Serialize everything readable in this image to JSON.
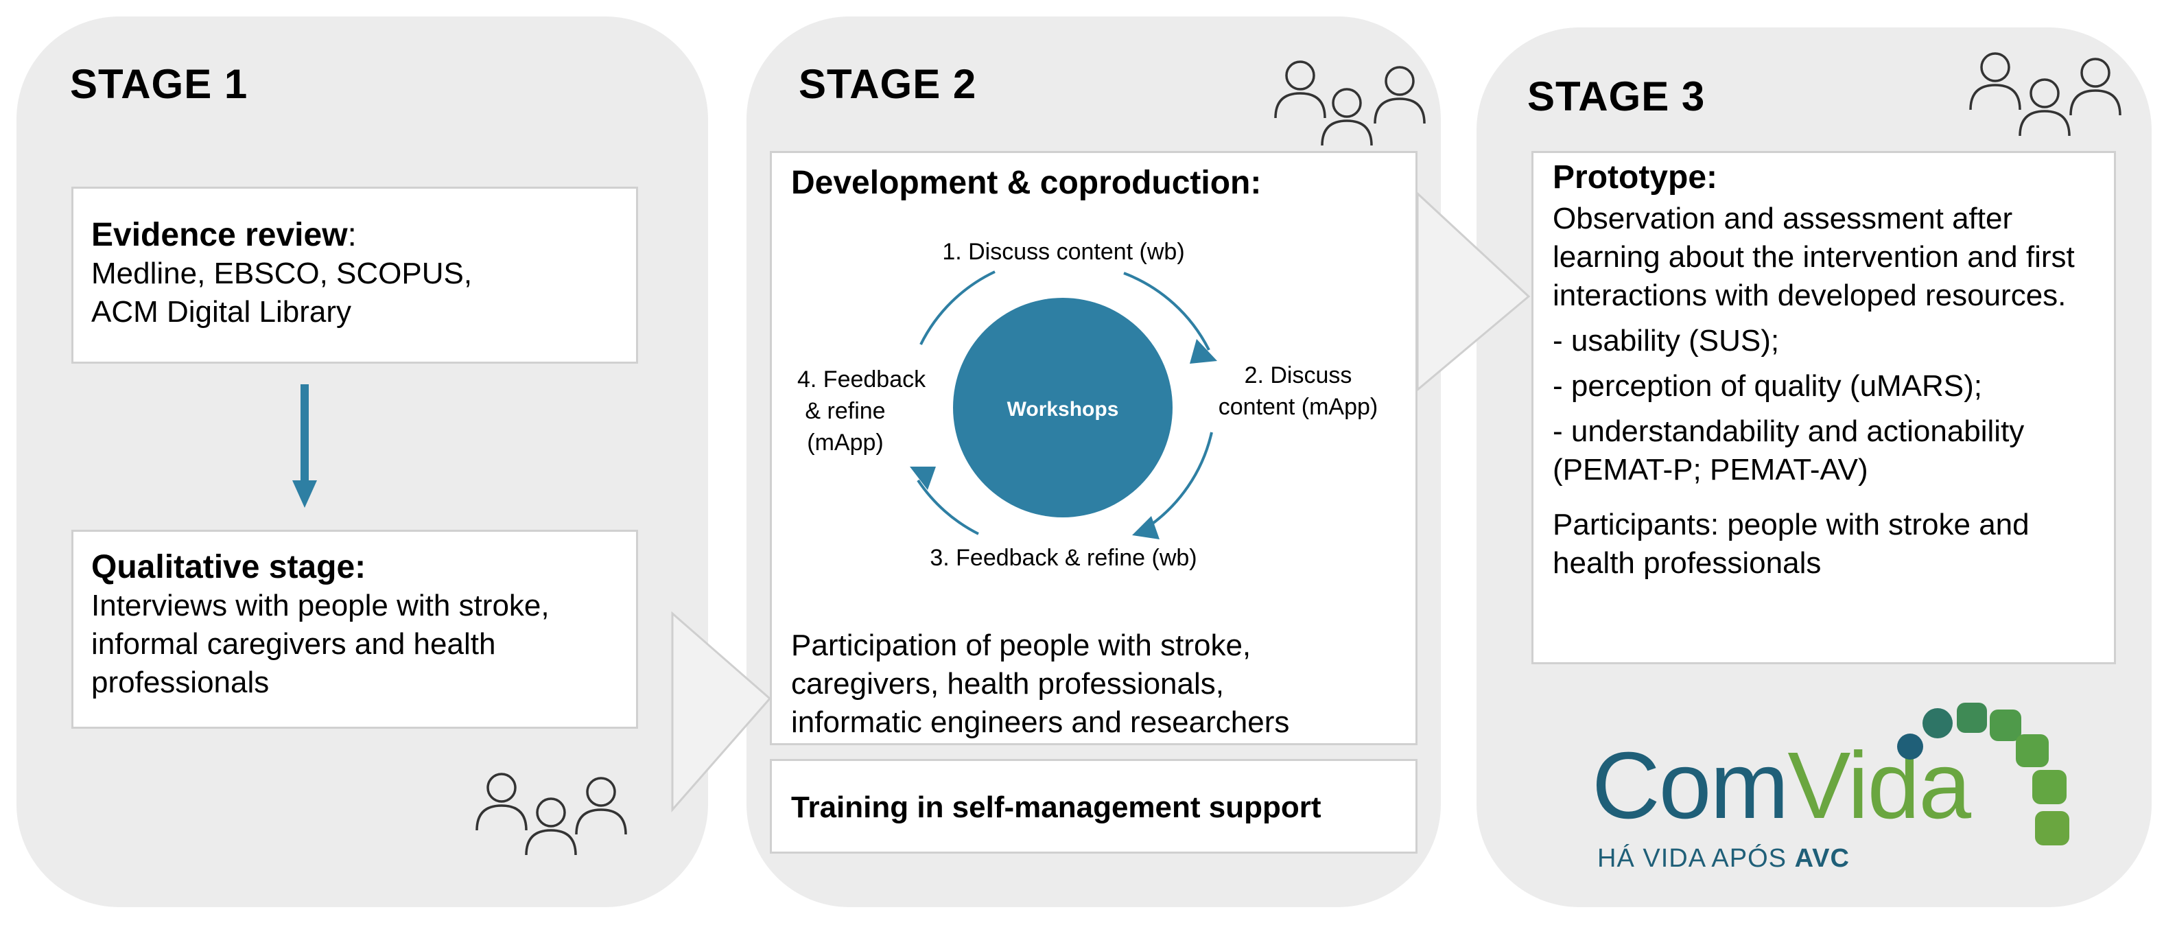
{
  "stage1": {
    "title": "STAGE 1",
    "evidence": {
      "title": "Evidence review",
      "colon": ":",
      "text": "Medline, EBSCO, SCOPUS, ACM Digital Library"
    },
    "qualitative": {
      "title": "Qualitative stage:",
      "text": "Interviews with people with stroke, informal caregivers and health professionals"
    }
  },
  "stage2": {
    "title": "STAGE 2",
    "development": {
      "title": "Development & coproduction:"
    },
    "cycle": {
      "center": "Workshops",
      "step1": "1. Discuss content (wb)",
      "step2a": "2. Discuss",
      "step2b": "content (mApp)",
      "step3": "3. Feedback & refine (wb)",
      "step4a": "4. Feedback",
      "step4b": "& refine",
      "step4c": "(mApp)"
    },
    "participation": "Participation of people with stroke, caregivers, health professionals, informatic engineers and researchers",
    "training": "Training in self-management support"
  },
  "stage3": {
    "title": "STAGE 3",
    "prototype": {
      "title": "Prototype:",
      "intro": "Observation and assessment after learning about the intervention and first interactions with developed resources.",
      "items": [
        "- usability (SUS);",
        "- perception of quality (uMARS);",
        "- understandability and actionability (PEMAT-P; PEMAT-AV)"
      ],
      "participants": "Participants: people with stroke and health professionals"
    },
    "logo": {
      "com": "Com",
      "vida": "Vida",
      "tagline_plain": "HÁ VIDA APÓS ",
      "tagline_bold": "AVC"
    }
  },
  "colors": {
    "stage_bg": "#ececec",
    "accent_blue": "#2e7fa3",
    "logo_blue": "#1f5f78",
    "logo_green": "#6aa640",
    "logo_dark_green": "#3f8a55"
  },
  "icons": [
    "people-group-icon",
    "down-arrow-icon",
    "chevron-arrow-icon",
    "cycle-arrow-icon"
  ]
}
